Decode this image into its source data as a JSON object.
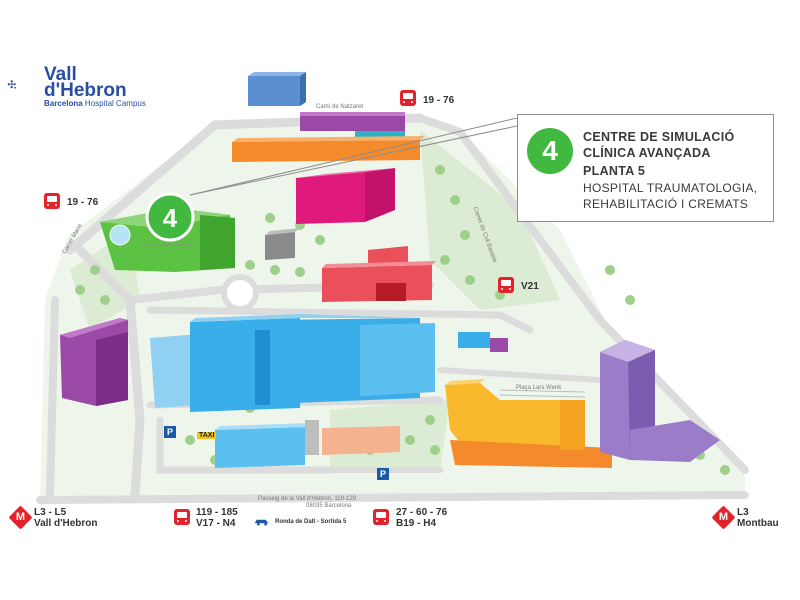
{
  "logo": {
    "line1": "Vall",
    "line2": "d'Hebron",
    "sub_bold": "Barcelona",
    "sub": "Hospital Campus",
    "color": "#2a4ea0"
  },
  "callout": {
    "number": "4",
    "title": "CENTRE DE SIMULACIÓ CLÍNICA AVANÇADA",
    "floor": "PLANTA 5",
    "description": "HOSPITAL TRAUMATOLOGIA, REHABILITACIÓ I CREMATS",
    "accent": "#41b83f"
  },
  "marker": {
    "number": "4"
  },
  "transport": {
    "bus_top_right": "19 - 76",
    "bus_top_left": "19 - 76",
    "bus_right": "V21",
    "bus_bottom_1": "119 - 185",
    "bus_bottom_1b": "V17 - N4",
    "bus_bottom_2": "27 - 60 - 76",
    "bus_bottom_2b": "B19 - H4",
    "metro_left_line": "L3 - L5",
    "metro_left_name": "Vall d'Hebron",
    "metro_right_line": "L3",
    "metro_right_name": "Montbau",
    "metro_icon": "M",
    "car_label": "Ronda de Dalt - Sortida 5"
  },
  "streets": {
    "top": "Camí de Natzaret",
    "left": "Carrer Marie",
    "right": "Carrer de Coll Bastide",
    "plaza": "Plaça Lars Wenk",
    "bottom_1": "Passeig de la Vall d'Hebron, 119-129",
    "bottom_2": "08035 Barcelona"
  },
  "parking": {
    "label": "P"
  },
  "taxi": {
    "label": "TAXI"
  },
  "colors": {
    "green": "#5cc243",
    "blue": "#3aaee8",
    "orange": "#f58a2b",
    "purple": "#9a4aa6",
    "magenta": "#e0197c",
    "red": "#e9505a",
    "yellow": "#f9b92c",
    "lavender": "#9b7cc8",
    "road": "#e2e2e2",
    "grass": "#dcebd4"
  }
}
